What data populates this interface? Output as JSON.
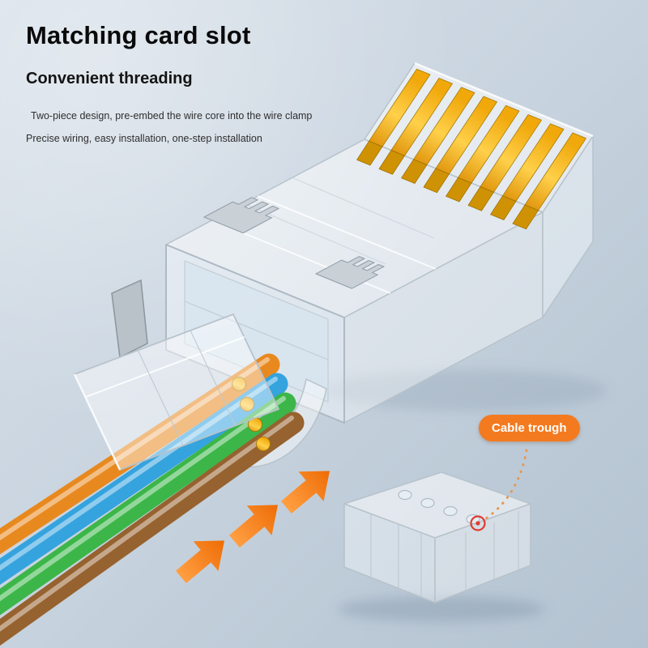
{
  "page": {
    "title": "Matching card slot",
    "subtitle": "Convenient threading",
    "desc_line1": "Two-piece design, pre-embed the wire core into the wire clamp",
    "desc_line2": "Precise wiring, easy installation, one-step installation",
    "callout": "Cable trough"
  },
  "colors": {
    "accent_orange": "#f47a1f",
    "wire_orange": "#e8891f",
    "wire_blue": "#35a3de",
    "wire_green": "#3cb649",
    "wire_brown": "#96622f",
    "pin_gold": "#f2b10a",
    "marker_red": "#e03a2f",
    "background_top": "#d6dfe8",
    "background_bottom": "#b4c3d1"
  }
}
